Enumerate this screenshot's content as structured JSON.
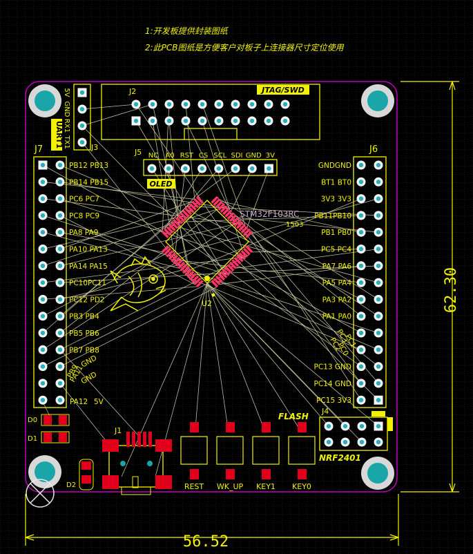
{
  "notes": [
    "1:开发板提供封装图纸",
    "2:此PCB图纸是方便客户对板子上连接器尺寸定位使用"
  ],
  "dimensions": {
    "width": "56.52",
    "height": "62.30"
  },
  "colors": {
    "background": "#000000",
    "grid": "#262626",
    "board_outline": "#c000c0",
    "silk": "#f2f200",
    "trace": "#bdbd9a",
    "pad_ring": "#f4f4f4",
    "pad_hole": "#27b0bc",
    "smd_pad": "#e0001c",
    "mount_hole": "#1aa5a8",
    "chip_pin": "#ff3366"
  },
  "designators": {
    "j2": "J2",
    "j3": "J3",
    "j4": "J4",
    "j5": "J5",
    "j6": "J6",
    "j7": "J7",
    "j1": "J1",
    "u2": "U2",
    "d0": "D0",
    "d1": "D1",
    "d2": "D2"
  },
  "badges": {
    "jtag": "JTAG/SWD",
    "uart": "UART1",
    "oled": "OLED",
    "flash": "FLASH",
    "nrf": "NRF2401"
  },
  "chip": {
    "part": "STM32F103RC",
    "code": "1503"
  },
  "j3_pins": [
    "5V",
    "GND",
    "RX1",
    "TX1"
  ],
  "j5_pins": [
    "NC",
    "A0",
    "RST",
    "CS",
    "SCL",
    "SDI",
    "GND",
    "3V"
  ],
  "j7_rows": [
    "PB12 PB13",
    "PB14 PB15",
    "PC6  PC7",
    "PC8  PC9",
    "PA8  PA9",
    "PA10 PA13",
    "PA14 PA15",
    "PC10PC11",
    "PC12 PD2",
    "PB3  PB4",
    "PB5  PB6",
    "PB7  PB8"
  ],
  "j7_bottom": [
    {
      "a": "PB9",
      "b": "GND"
    },
    {
      "a": "PA11",
      "b": "GND"
    },
    {
      "a": "PA12",
      "b": "5V"
    }
  ],
  "j6_rows": [
    "GNDGND",
    "BT1 BT0",
    "3V3 3V3",
    "PB11PB10",
    "PB1  PB0",
    "PC5 PC4",
    "PA7 PA6",
    "PA5 PA4",
    "PA3 PA2",
    "PA1 PA0",
    "",
    "",
    "PC13 GND",
    "PC14 GND",
    "PC15 3V3"
  ],
  "j6_diag": [
    "PC3",
    "PC1",
    "PC2",
    "PC0"
  ],
  "buttons": [
    "REST",
    "WK_UP",
    "KEY1",
    "KEY0"
  ]
}
